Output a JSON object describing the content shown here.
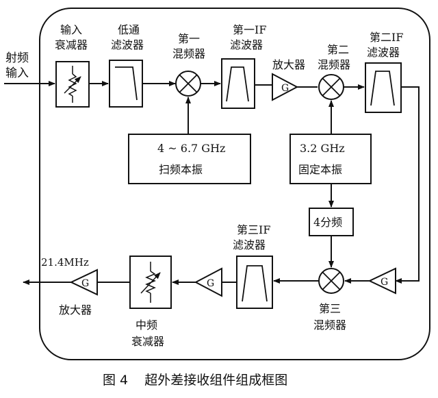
{
  "labels": {
    "rf_input_1": "射频",
    "rf_input_2": "输入",
    "attenuator_1": "输入",
    "attenuator_2": "衰减器",
    "lowpass_1": "低通",
    "lowpass_2": "滤波器",
    "mixer1_1": "第一",
    "mixer1_2": "混频器",
    "if1_1": "第一IF",
    "if1_2": "滤波器",
    "amp1": "放大器",
    "mixer2_1": "第二",
    "mixer2_2": "混频器",
    "if2_1": "第二IF",
    "if2_2": "滤波器",
    "sweep_lo_freq": "4 ~ 6.7 GHz",
    "sweep_lo_name": "扫频本振",
    "fixed_lo_freq": "3.2 GHz",
    "fixed_lo_name": "固定本振",
    "divider": "4分频",
    "if3_1": "第三IF",
    "if3_2": "滤波器",
    "mixer3_1": "第三",
    "mixer3_2": "混频器",
    "output_freq": "21.4MHz",
    "out_amp": "放大器",
    "if_att_1": "中频",
    "if_att_2": "衰减器",
    "gain_symbol": "G"
  },
  "caption": "图 4    超外差接收组件组成框图"
}
